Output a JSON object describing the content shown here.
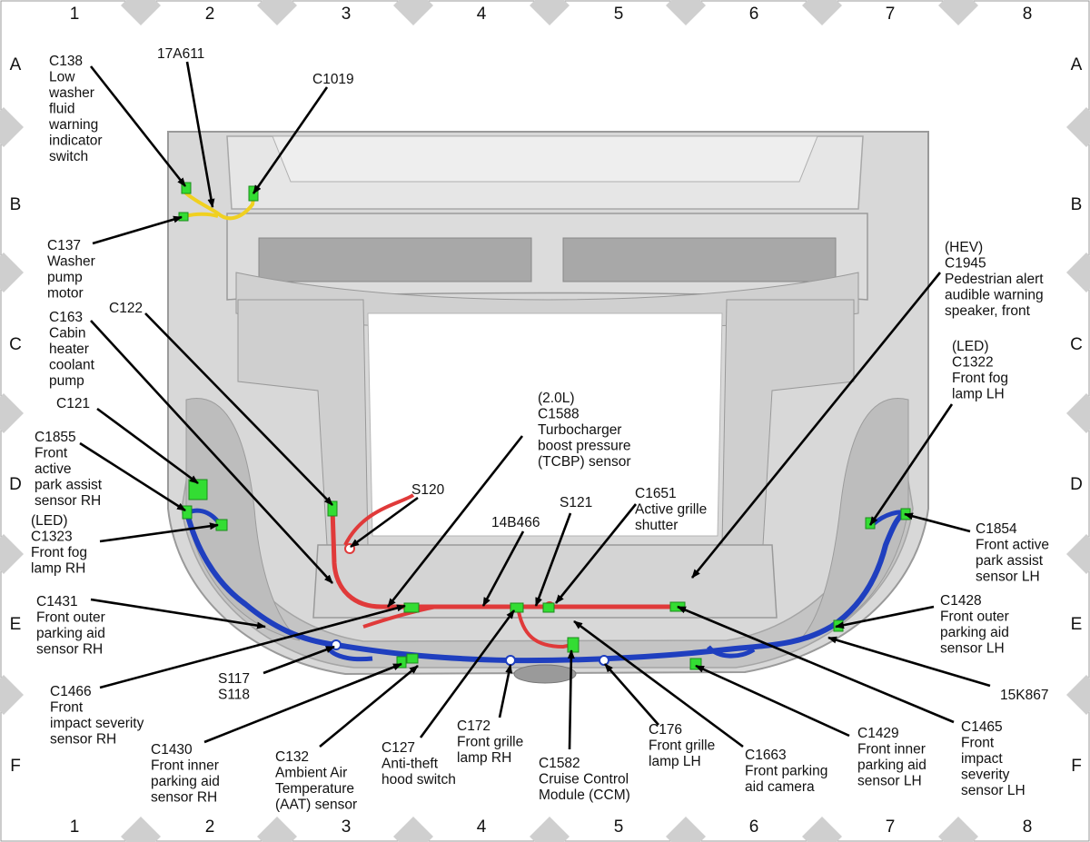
{
  "grid": {
    "columns": [
      "1",
      "2",
      "3",
      "4",
      "5",
      "6",
      "7",
      "8"
    ],
    "rows": [
      "A",
      "B",
      "C",
      "D",
      "E",
      "F"
    ]
  },
  "colors": {
    "harness_blue": "#1f3fbf",
    "harness_red": "#e03a3a",
    "harness_yellow": "#f0d020",
    "connector_green": "#33dd33",
    "frame_gray": "#c8c8c8"
  },
  "callouts": [
    {
      "id": "c138",
      "lines": [
        "C138",
        "Low",
        "washer",
        "fluid",
        "warning",
        "indicator",
        "switch"
      ]
    },
    {
      "id": "17a611",
      "lines": [
        "17A611"
      ]
    },
    {
      "id": "c1019",
      "lines": [
        "C1019"
      ]
    },
    {
      "id": "c137",
      "lines": [
        "C137",
        "Washer",
        "pump",
        "motor"
      ]
    },
    {
      "id": "c122",
      "lines": [
        "C122"
      ]
    },
    {
      "id": "c163",
      "lines": [
        "C163",
        "Cabin",
        "heater",
        "coolant",
        "pump"
      ]
    },
    {
      "id": "c121",
      "lines": [
        "C121"
      ]
    },
    {
      "id": "c1855",
      "lines": [
        "C1855",
        "Front",
        "active",
        "park assist",
        "sensor RH"
      ]
    },
    {
      "id": "c1323",
      "lines": [
        "(LED)",
        "C1323",
        "Front fog",
        "lamp RH"
      ]
    },
    {
      "id": "c1431",
      "lines": [
        "C1431",
        "Front outer",
        "parking aid",
        "sensor RH"
      ]
    },
    {
      "id": "c1466",
      "lines": [
        "C1466",
        "Front",
        "impact severity",
        "sensor RH"
      ]
    },
    {
      "id": "s117",
      "lines": [
        "S117",
        "S118"
      ]
    },
    {
      "id": "c1430",
      "lines": [
        "C1430",
        "Front inner",
        "parking aid",
        "sensor RH"
      ]
    },
    {
      "id": "c132",
      "lines": [
        "C132",
        "Ambient Air",
        "Temperature",
        "(AAT) sensor"
      ]
    },
    {
      "id": "c127",
      "lines": [
        "C127",
        "Anti-theft",
        "hood switch"
      ]
    },
    {
      "id": "c172",
      "lines": [
        "C172",
        "Front grille",
        "lamp RH"
      ]
    },
    {
      "id": "c1582",
      "lines": [
        "C1582",
        "Cruise Control",
        "Module (CCM)"
      ]
    },
    {
      "id": "c176",
      "lines": [
        "C176",
        "Front grille",
        "lamp LH"
      ]
    },
    {
      "id": "c1663",
      "lines": [
        "C1663",
        "Front parking",
        "aid camera"
      ]
    },
    {
      "id": "c1429",
      "lines": [
        "C1429",
        "Front inner",
        "parking aid",
        "sensor LH"
      ]
    },
    {
      "id": "c1465",
      "lines": [
        "C1465",
        "Front",
        "impact",
        "severity",
        "sensor LH"
      ]
    },
    {
      "id": "15k867",
      "lines": [
        "15K867"
      ]
    },
    {
      "id": "c1428",
      "lines": [
        "C1428",
        "Front outer",
        "parking aid",
        "sensor LH"
      ]
    },
    {
      "id": "c1854",
      "lines": [
        "C1854",
        "Front active",
        "park assist",
        "sensor LH"
      ]
    },
    {
      "id": "c1322",
      "lines": [
        "(LED)",
        "C1322",
        "Front fog",
        "lamp LH"
      ]
    },
    {
      "id": "c1945",
      "lines": [
        "(HEV)",
        "C1945",
        "Pedestrian alert",
        "audible warning",
        "speaker, front"
      ]
    },
    {
      "id": "c1588",
      "lines": [
        "(2.0L)",
        "C1588",
        "Turbocharger",
        "boost pressure",
        "(TCBP) sensor"
      ]
    },
    {
      "id": "s120",
      "lines": [
        "S120"
      ]
    },
    {
      "id": "14b466",
      "lines": [
        "14B466"
      ]
    },
    {
      "id": "s121",
      "lines": [
        "S121"
      ]
    },
    {
      "id": "c1651",
      "lines": [
        "C1651",
        "Active grille",
        "shutter"
      ]
    }
  ]
}
